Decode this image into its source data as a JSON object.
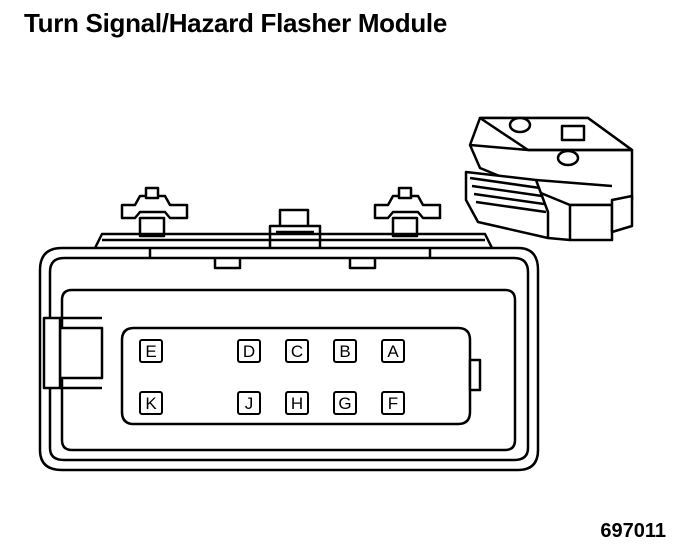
{
  "title": "Turn Signal/Hazard Flasher Module",
  "figure_id": "697011",
  "pins": {
    "top_row": [
      "E",
      "D",
      "C",
      "B",
      "A"
    ],
    "bottom_row": [
      "K",
      "J",
      "H",
      "G",
      "F"
    ]
  }
}
